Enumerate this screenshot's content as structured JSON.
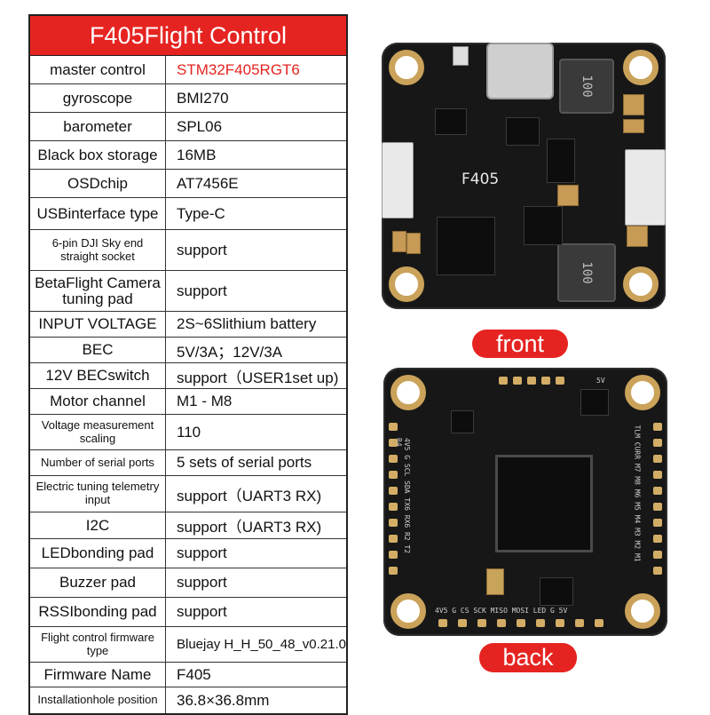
{
  "spec_table": {
    "title": "F405Flight Control",
    "rows": [
      {
        "label": "master control",
        "value": "STM32F405RGT6"
      },
      {
        "label": "gyroscope",
        "value": "BMI270"
      },
      {
        "label": "barometer",
        "value": "SPL06"
      },
      {
        "label": "Black box storage",
        "value": "16MB"
      },
      {
        "label": "OSDchip",
        "value": "AT7456E"
      },
      {
        "label": "USBinterface type",
        "value": "Type-C"
      },
      {
        "label": "6-pin DJI Sky end straight socket",
        "value": "support"
      },
      {
        "label": "BetaFlight Camera tuning pad",
        "value": "support"
      },
      {
        "label": "INPUT VOLTAGE",
        "value": "2S~6Slithium battery"
      },
      {
        "label": "BEC",
        "value": "5V/3A；12V/3A"
      },
      {
        "label": "12V BECswitch",
        "value": "support（USER1set up)"
      },
      {
        "label": "Motor channel",
        "value": "M1 - M8"
      },
      {
        "label": "Voltage measurement scaling",
        "value": "110"
      },
      {
        "label": "Number of serial ports",
        "value": "5 sets of serial ports"
      },
      {
        "label": "Electric tuning telemetry input",
        "value": "support（UART3 RX)"
      },
      {
        "label": "I2C",
        "value": "support（UART3 RX)"
      },
      {
        "label": "LEDbonding pad",
        "value": "support"
      },
      {
        "label": "Buzzer pad",
        "value": "support"
      },
      {
        "label": "RSSIbonding pad",
        "value": "support"
      },
      {
        "label": "Flight control firmware type",
        "value": "Bluejay H_H_50_48_v0.21.0"
      },
      {
        "label": "Firmware Name",
        "value": "F405"
      },
      {
        "label": "Installationhole position",
        "value": "36.8×36.8mm"
      }
    ]
  },
  "front_board": {
    "label": "front",
    "silkscreen": "F405",
    "inductor_marking": "100"
  },
  "back_board": {
    "label": "back",
    "left_pads": "4V5 G SCL SDA TX6 RX6 R2 T2 R4",
    "right_pads": "TLM CURR M7 M8 M6 M5 M4 M3 M2 M1",
    "bottom_pads": "4V5 G CS SCK MISO MOSI LED G 5V",
    "top_pads": "5V"
  },
  "colors": {
    "accent_red": "#e52421",
    "pcb": "#171717",
    "gold": "#caa25a"
  }
}
